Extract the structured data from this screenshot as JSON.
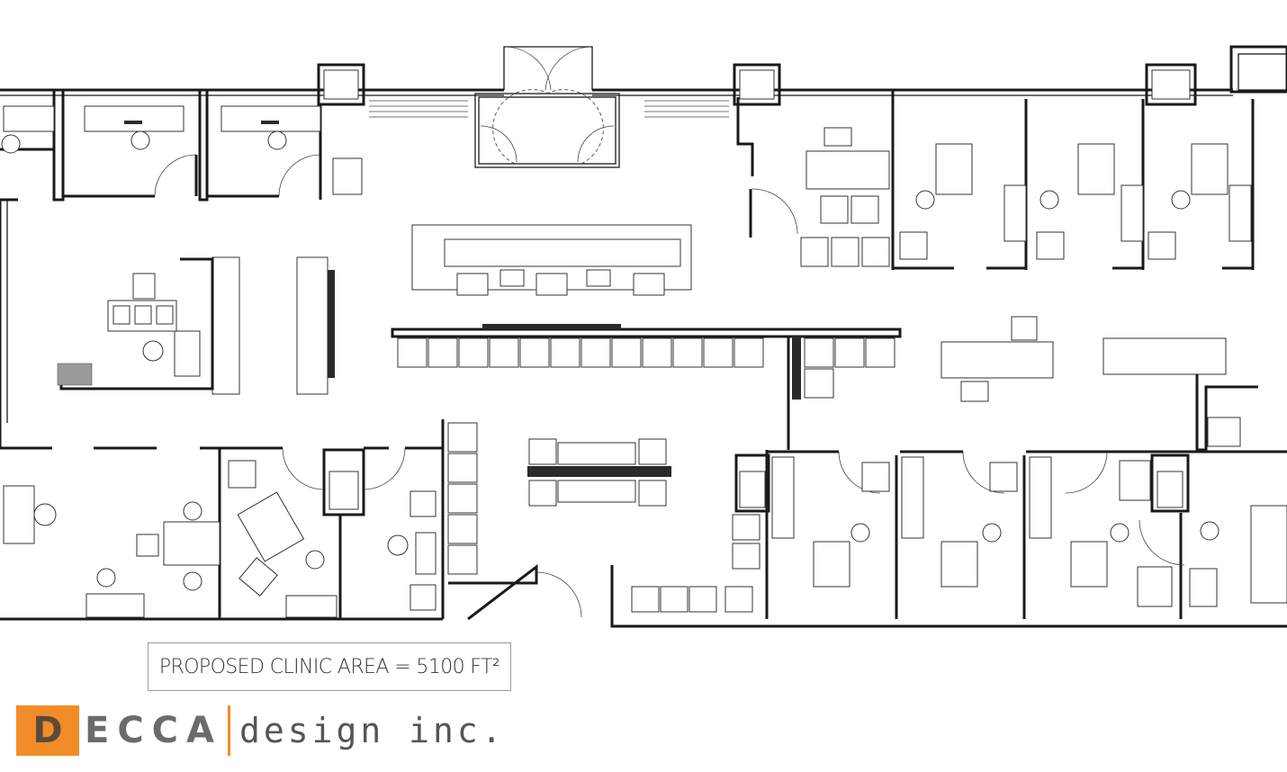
{
  "plan": {
    "area_label": "PROPOSED CLINIC AREA = 5100 FT²"
  },
  "logo": {
    "first_letter": "D",
    "rest_letters": "ECCA",
    "tagline": "design inc.",
    "accent_color": "#f28c28"
  }
}
